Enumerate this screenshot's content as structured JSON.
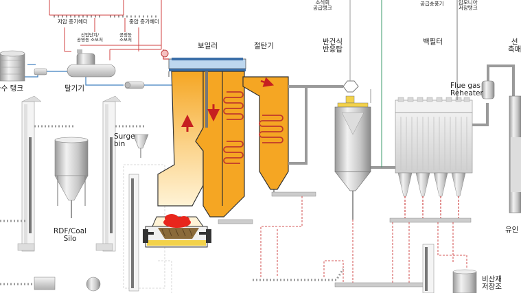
{
  "labels": {
    "low_pressure_header": "저압 증기헤더",
    "mid_pressure_header": "중압 증기헤더",
    "industrial_complex_consumer": "산업단지/\n공영동 소모처",
    "plant_consumer": "공정동\n소모처",
    "water_tank": "급수 탱크",
    "deaerator": "탈기기",
    "surge_bin": "Surge\nbin",
    "rdf_silo": "RDF/Coal\nSilo",
    "boiler": "보일러",
    "economizer": "절탄기",
    "semi_dry_reactor": "반건식\n반응탑",
    "bag_filter": "백필터",
    "lime_supply_tank": "소석회\n공급탱크",
    "sorbent_blower": "공급송풍기",
    "ammonia_tank": "암모니아\n저장탱크",
    "flue_gas_reheater": "Flue gas\nReheater",
    "scr_catalyst": "선\n촉매",
    "induced_fan": "유인",
    "byproduct_storage": "비산재\n저장조"
  },
  "colors": {
    "boiler_fill": "#f5a623",
    "flame": "#e8261c",
    "equipment_gray": "#d8d8d8",
    "steam_line": "#d04040",
    "water_line": "#3d7fbf",
    "ash_line": "#c62020",
    "gas_line": "#9a9a9a"
  }
}
